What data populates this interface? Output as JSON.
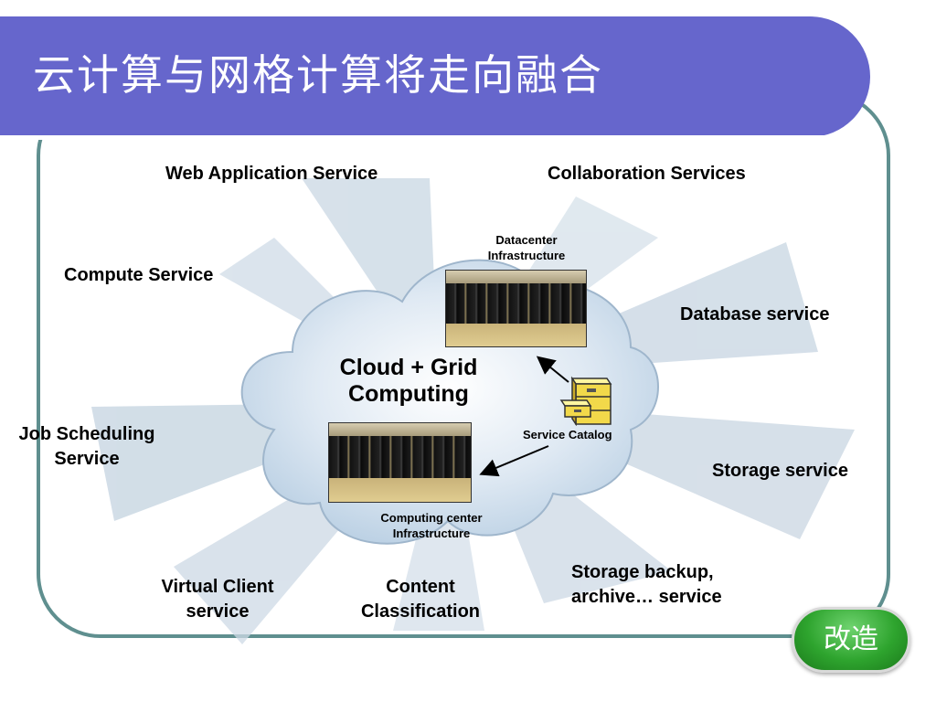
{
  "title": "云计算与网格计算将走向融合",
  "center_label": [
    "Cloud + Grid",
    "Computing"
  ],
  "datacenter_label": [
    "Datacenter",
    "Infrastructure"
  ],
  "computing_center_label": [
    "Computing center",
    "Infrastructure"
  ],
  "service_catalog_label": "Service Catalog",
  "services": {
    "web_application": "Web Application Service",
    "collaboration": "Collaboration Services",
    "compute": "Compute Service",
    "database": "Database service",
    "job_scheduling": [
      "Job Scheduling",
      "Service"
    ],
    "storage": "Storage service",
    "virtual_client": [
      "Virtual Client",
      "service"
    ],
    "content_classification": [
      "Content",
      "Classification"
    ],
    "storage_backup": [
      "Storage backup,",
      "archive… service"
    ]
  },
  "badge_label": "改造",
  "colors": {
    "title_bar": "#6666cc",
    "frame": "#5f8f8f",
    "badge": "#2ea42e"
  }
}
